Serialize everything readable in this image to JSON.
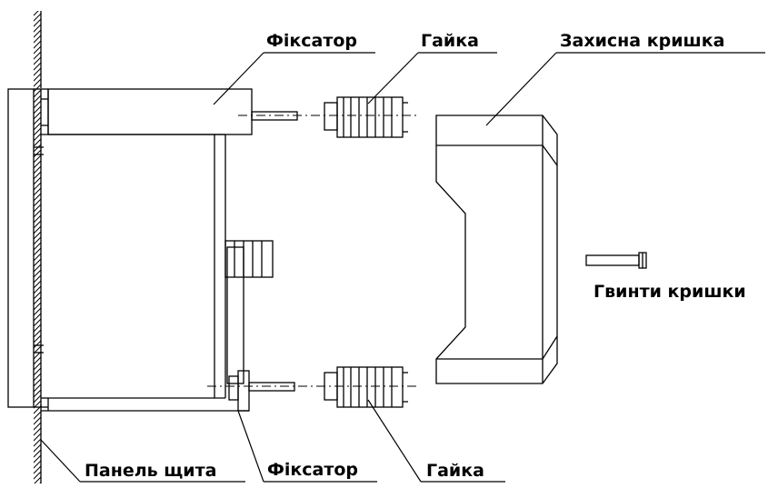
{
  "labels": {
    "fixator_top": "Фіксатор",
    "nut_top": "Гайка",
    "cover": "Захисна кришка",
    "cover_screws": "Гвинти кришки",
    "panel": "Панель щита",
    "fixator_bottom": "Фіксатор",
    "nut_bottom": "Гайка"
  },
  "colors": {
    "line": "#000000",
    "background": "#ffffff"
  }
}
